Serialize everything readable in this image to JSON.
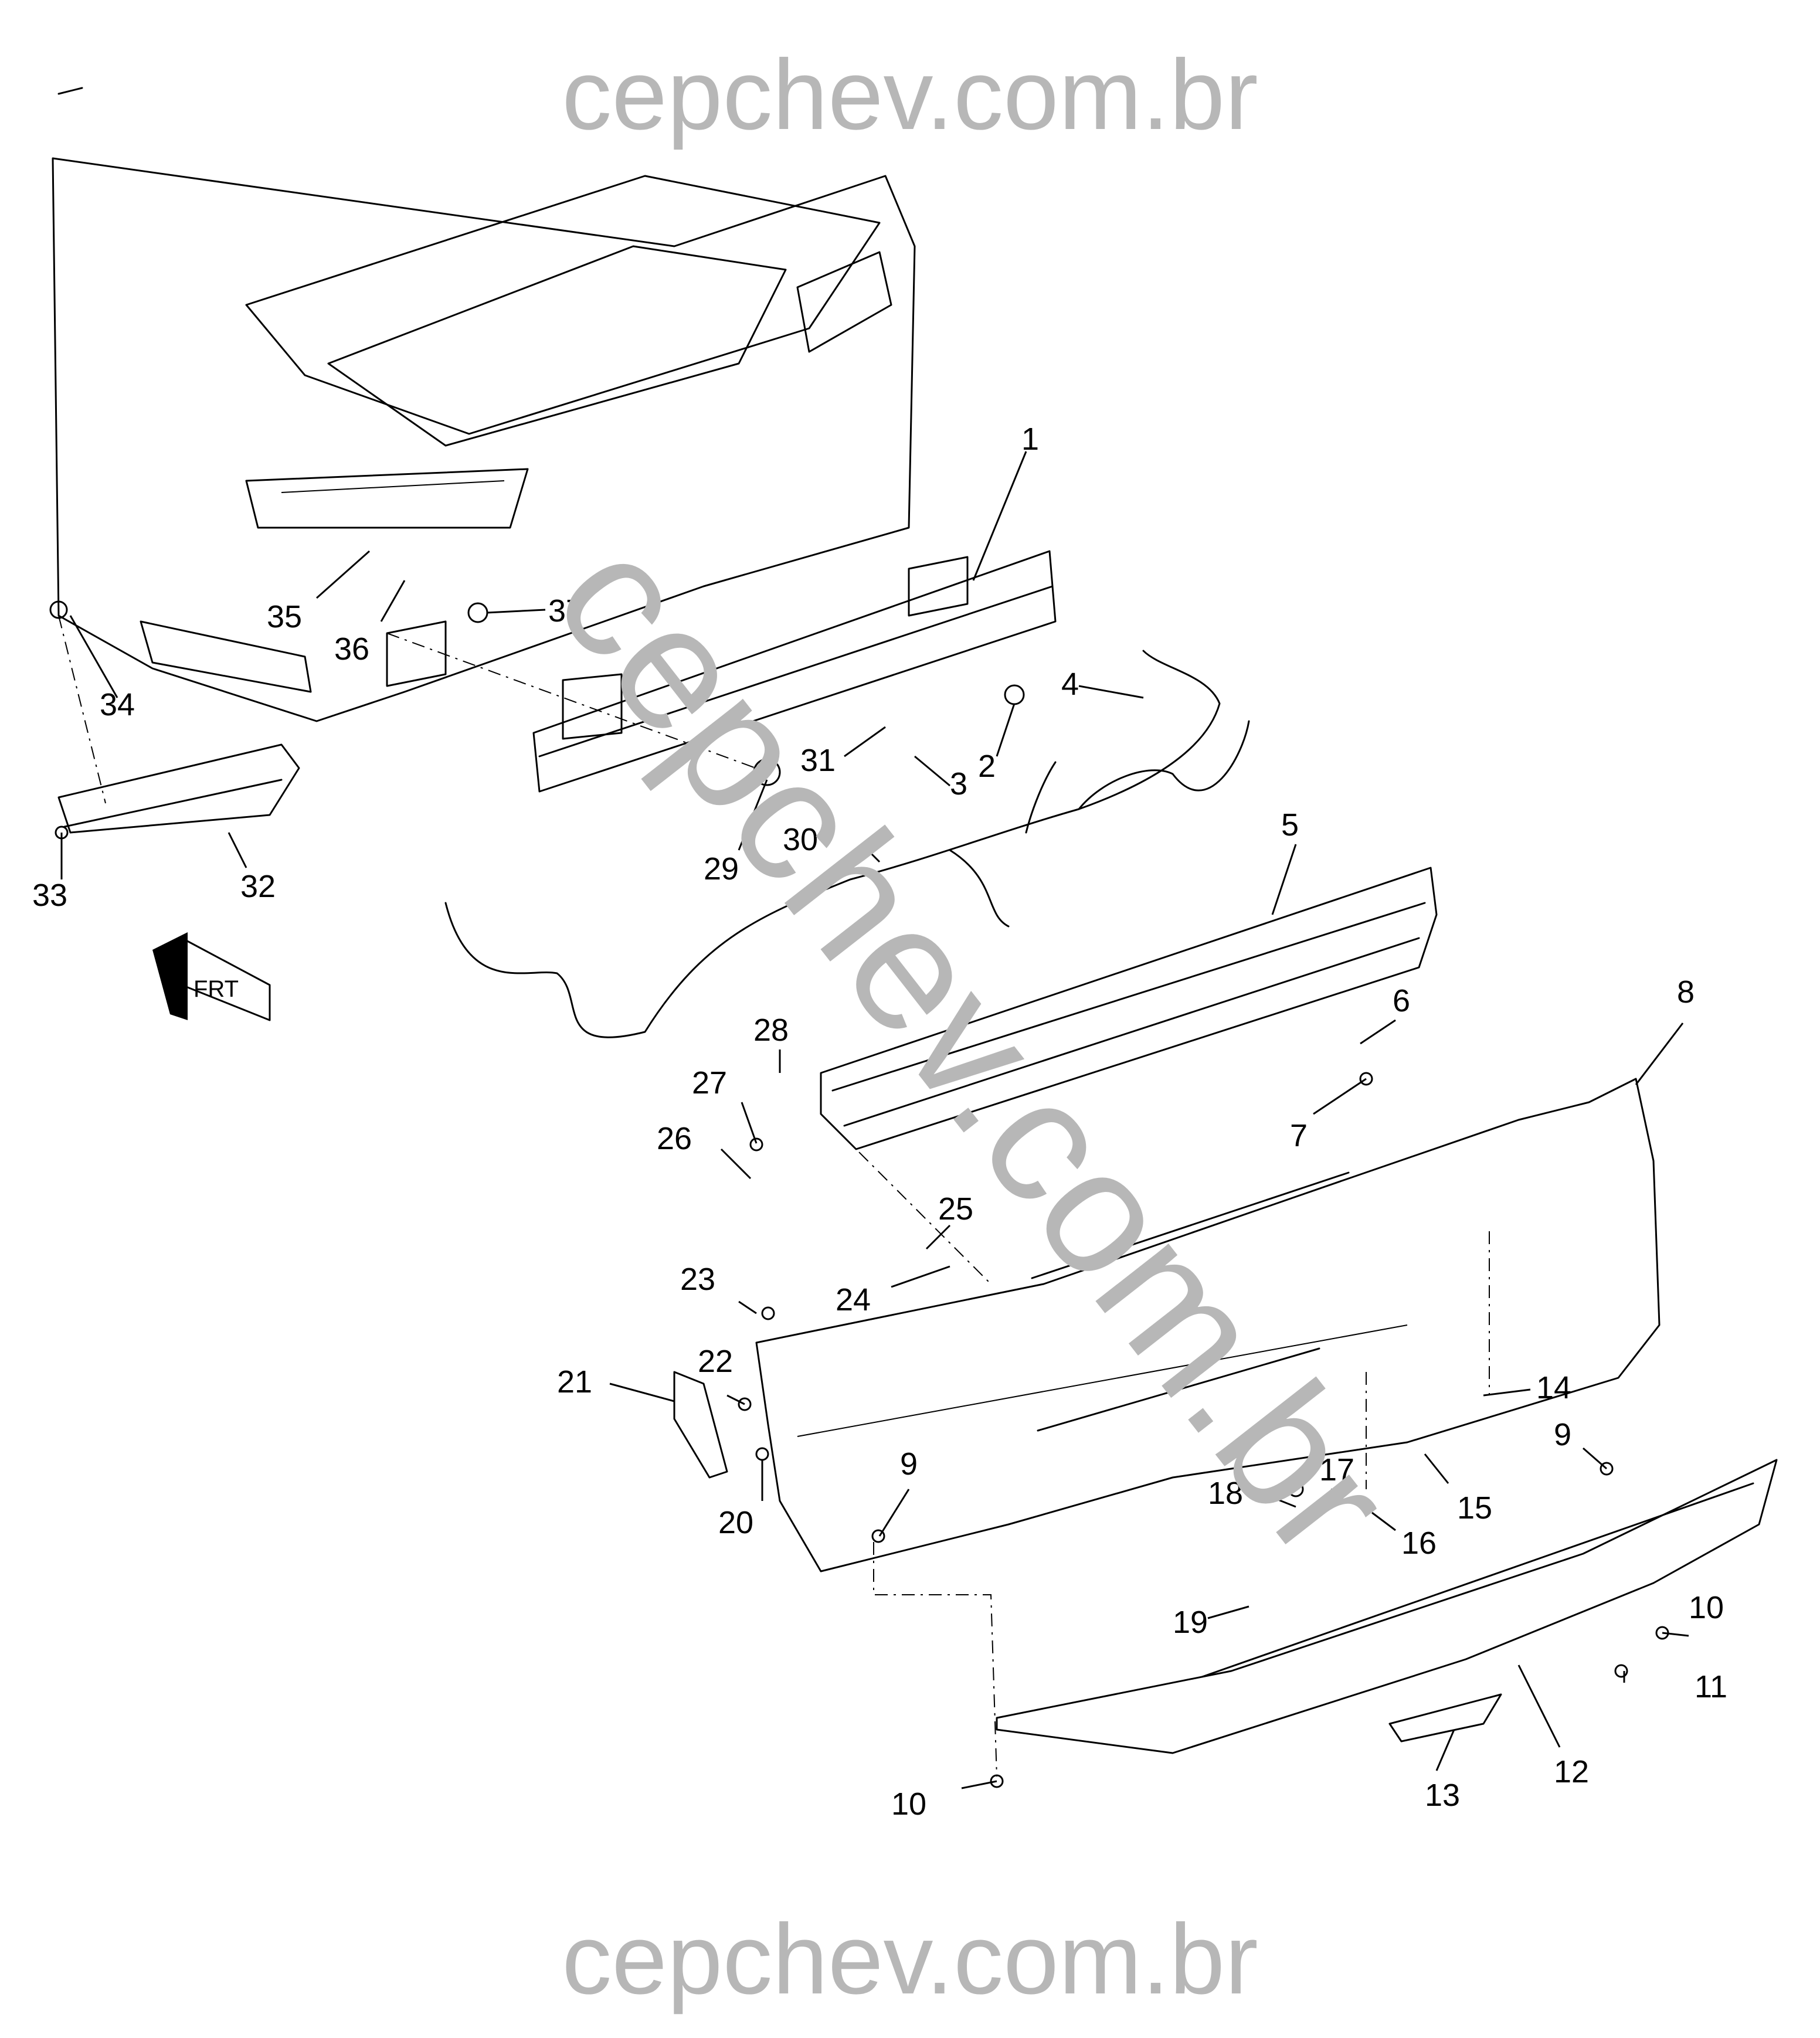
{
  "watermarks": {
    "top": "cepchev.com.br",
    "bottom": "cepchev.com.br",
    "diagonal": "cepchev.com.br"
  },
  "direction_label": "FRT",
  "callouts": [
    "1",
    "2",
    "3",
    "4",
    "5",
    "6",
    "7",
    "8",
    "9",
    "9",
    "10",
    "10",
    "11",
    "12",
    "13",
    "14",
    "15",
    "16",
    "17",
    "18",
    "19",
    "20",
    "21",
    "22",
    "23",
    "24",
    "25",
    "26",
    "27",
    "28",
    "29",
    "30",
    "31",
    "32",
    "33",
    "34",
    "35",
    "36",
    "37"
  ],
  "colors": {
    "line": "#000000",
    "watermark": "#b7b7b7",
    "background": "#ffffff"
  }
}
